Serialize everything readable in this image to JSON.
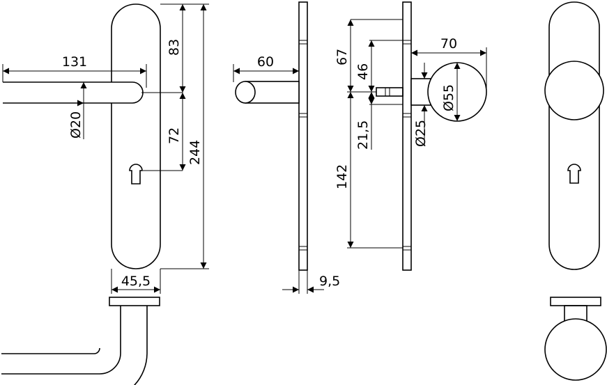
{
  "diagram": {
    "dimensions": {
      "lever_length": "131",
      "lever_diameter": "Ø20",
      "plate_top_to_lever": "83",
      "lever_to_keyhole": "72",
      "plate_height": "244",
      "plate_width": "45,5",
      "lever_projection": "60",
      "plate_thickness": "9,5",
      "knob_plate_top": "67",
      "knob_spindle_offset": "46",
      "knob_projection": "70",
      "knob_diameter": "Ø55",
      "knob_neck_offset": "21,5",
      "knob_neck_diameter": "Ø25",
      "knob_plate_height": "142"
    }
  }
}
